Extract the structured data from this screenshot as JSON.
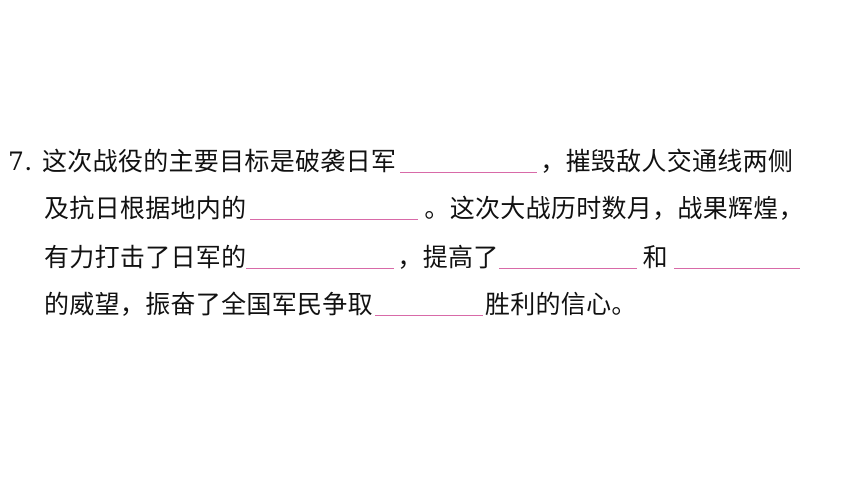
{
  "question": {
    "number": "7.",
    "line1": {
      "before_blank": "这次战役的主要目标是破袭日军",
      "after_blank": "，摧毁敌人交通线两侧"
    },
    "line2": {
      "before_blank": "及抗日根据地内的",
      "after_blank": "。这次大战历时数月，战果辉煌，"
    },
    "line3": {
      "before_blank": "有力打击了日军的",
      "middle": "，提高了",
      "between_blanks": "和"
    },
    "line4": {
      "before_blank": "的威望，振奋了全国军民争取",
      "after_blank": "胜利的信心。"
    }
  },
  "colors": {
    "blank_underline": "#d86aa8",
    "text": "#111111",
    "background": "#ffffff"
  }
}
